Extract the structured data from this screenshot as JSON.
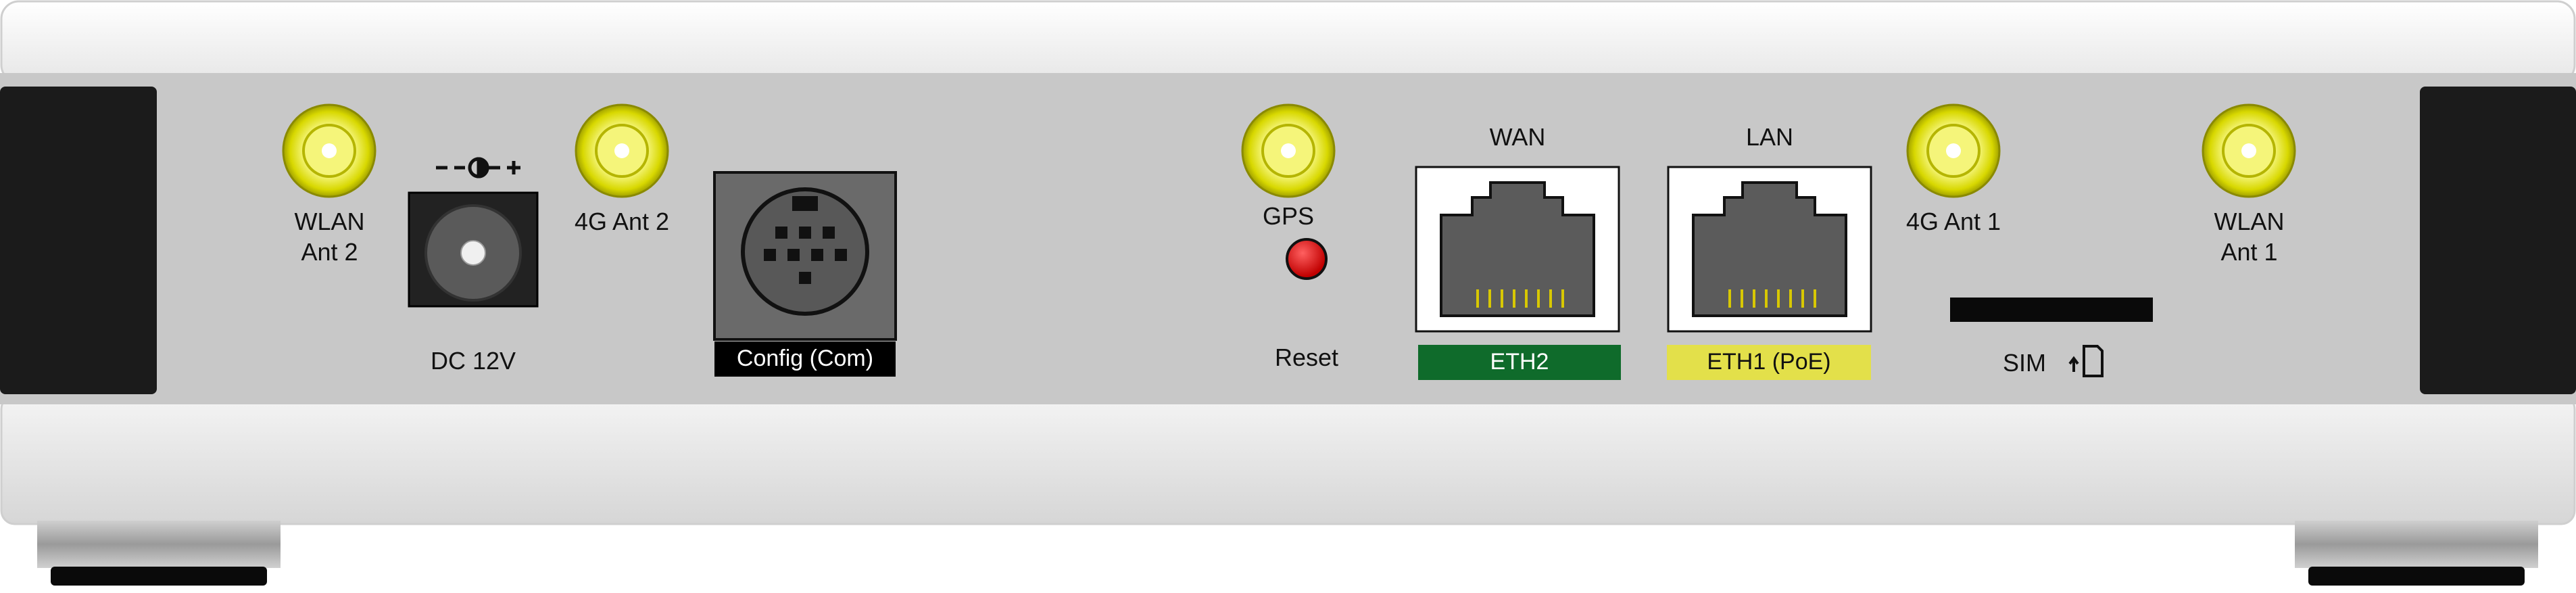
{
  "ports": {
    "wlan_ant2": {
      "line1": "WLAN",
      "line2": "Ant 2"
    },
    "dc_power": {
      "label": "DC 12V",
      "polarity": "- -◐- +"
    },
    "ant_4g_2": {
      "label": "4G Ant 2"
    },
    "config": {
      "label": "Config (Com)"
    },
    "gps": {
      "label": "GPS"
    },
    "reset": {
      "label": "Reset"
    },
    "wan": {
      "label": "WAN",
      "tag": "ETH2"
    },
    "lan": {
      "label": "LAN",
      "tag": "ETH1 (PoE)"
    },
    "ant_4g_1": {
      "label": "4G Ant 1"
    },
    "sim": {
      "label": "SIM"
    },
    "wlan_ant1": {
      "line1": "WLAN",
      "line2": "Ant 1"
    }
  },
  "colors": {
    "panel": "#c8c8c8",
    "shell": "#f2f2f2",
    "antenna_connector": "#e0e000",
    "eth2_tag": "#0f6b2b",
    "eth1_tag": "#e3e04a",
    "reset_button": "#e01010",
    "config_tag": "#000000"
  }
}
